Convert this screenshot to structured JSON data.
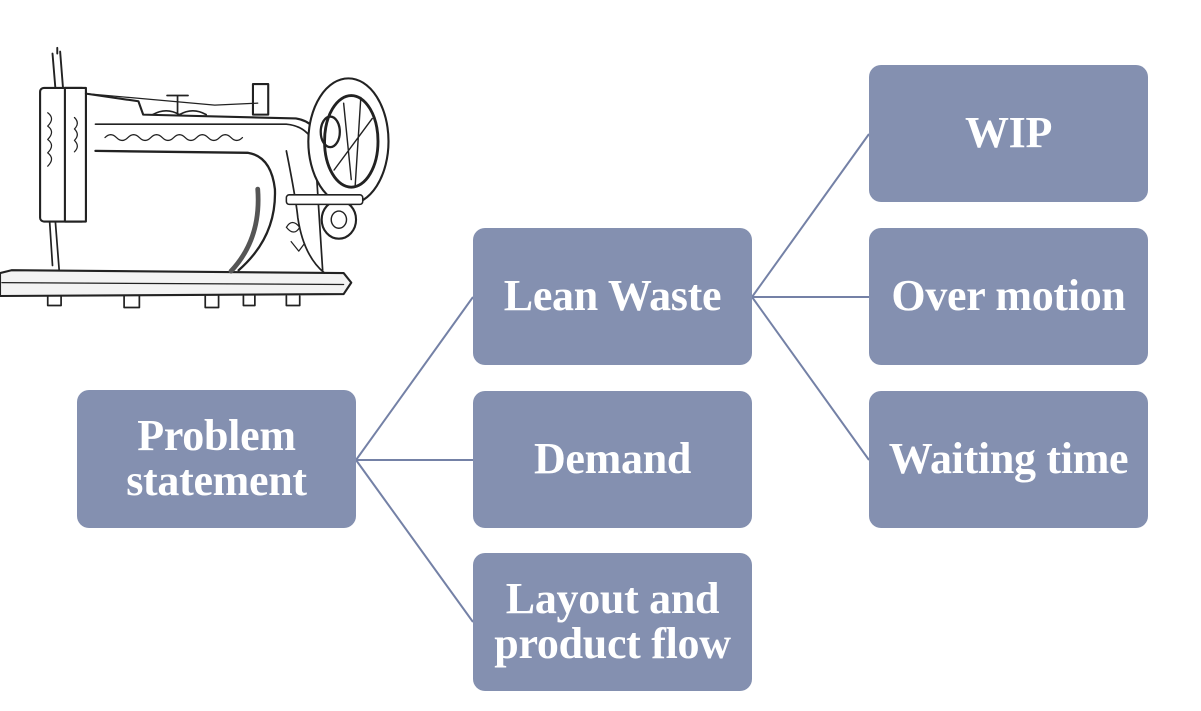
{
  "diagram": {
    "type": "tree",
    "illustration": "sewing-machine-icon",
    "colors": {
      "node_fill": "#8490b0",
      "node_text": "#ffffff",
      "connector": "#7481a6"
    },
    "root": {
      "id": "problem",
      "label": "Problem\nstatement"
    },
    "level1": [
      {
        "id": "lean",
        "label": "Lean Waste"
      },
      {
        "id": "demand",
        "label": "Demand"
      },
      {
        "id": "layout",
        "label": "Layout and\nproduct flow"
      }
    ],
    "level2": [
      {
        "id": "wip",
        "parent": "lean",
        "label": "WIP"
      },
      {
        "id": "over",
        "parent": "lean",
        "label": "Over motion"
      },
      {
        "id": "wait",
        "parent": "lean",
        "label": "Waiting time"
      }
    ]
  }
}
